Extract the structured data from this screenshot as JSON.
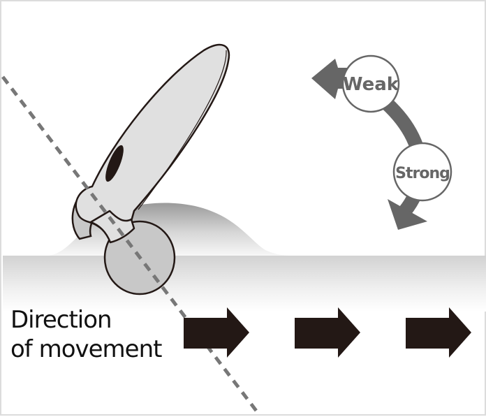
{
  "diagram": {
    "title": "Roller massage device direction diagram",
    "direction_label": {
      "line1": "Direction",
      "line2": "of movement"
    },
    "pressure_indicator": {
      "weak_label": "Weak",
      "strong_label": "Strong"
    },
    "movement_arrows_count": 3,
    "colors": {
      "arrow_dark": "#231815",
      "indicator_gray": "#666666",
      "device_fill": "#e0e0e0",
      "roller_fill": "#c8c8c8",
      "outline": "#231815",
      "dashed_axis": "#777777",
      "skin_top": "#9a9a9a",
      "skin_bottom": "#f6f6f6",
      "border": "#dcdcdc"
    }
  }
}
